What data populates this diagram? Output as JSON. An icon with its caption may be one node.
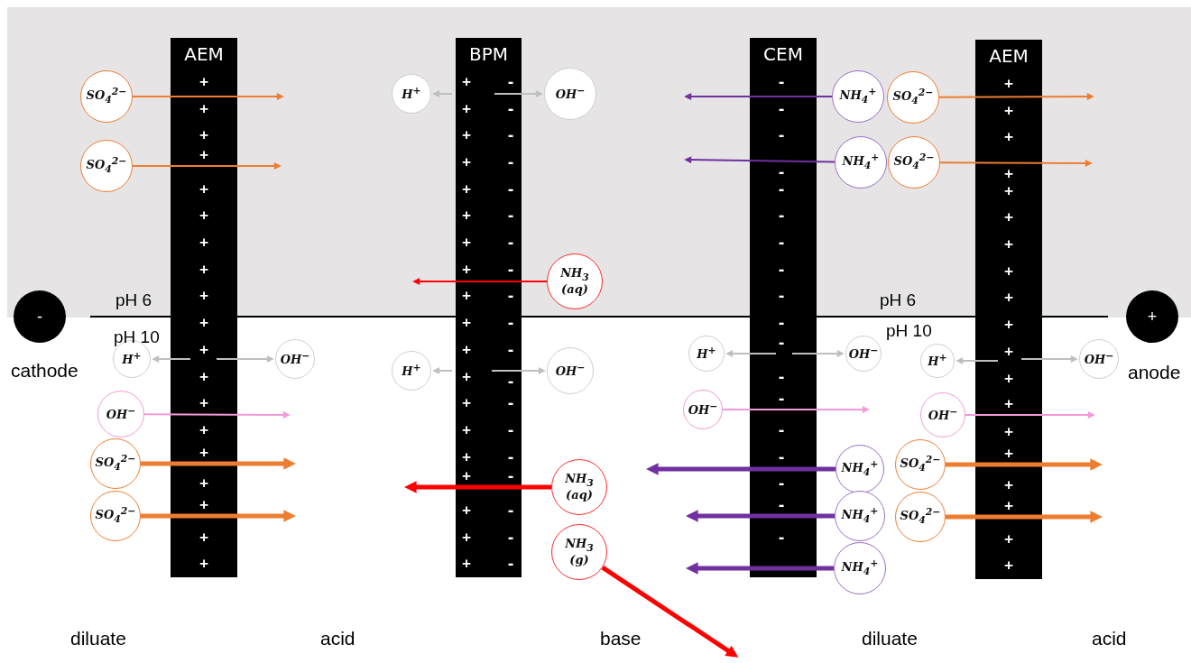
{
  "diagram": {
    "nodes": [
      {
        "text": [
          "AEM",
          "+ + + + + + + + + + + + + + + + + + +"
        ]
      },
      {
        "text": [
          "BPM",
          "+ + + + + + + + + + + + + + + + + + +",
          "- - - - - - - - - - - - - - - - - - -"
        ]
      },
      {
        "text": [
          "CEM",
          "- - - - - - - - - - - - - - - - - -"
        ]
      },
      {
        "text": [
          "AEM",
          "+ + + + + + + + + + + + + + + + + + +"
        ]
      },
      {
        "text": [
          "-"
        ],
        "beside": [
          "cathode"
        ]
      },
      {
        "text": [
          "+"
        ]
      },
      {
        "text": [
          "SO$_{4}$$^{2−}$"
        ]
      },
      {
        "text": [
          "SO$_{4}$$^{2−}$"
        ]
      },
      {
        "text": [
          "H$^{+}$"
        ]
      },
      {
        "text": [
          "OH$^{−}$"
        ]
      },
      {
        "text": [
          "NH$_{4}$$^{+}$"
        ]
      },
      {
        "text": [
          "SO$_{4}$$^{2−}$"
        ]
      },
      {
        "text": [
          "NH$_{4}$$^{+}$"
        ]
      },
      {
        "text": [
          "SO$_{4}$$^{2−}$"
        ]
      },
      {
        "text": [
          "NH$_{3}$ (aq)"
        ]
      },
      {
        "text": [
          "H$^{+}$"
        ]
      },
      {
        "text": [
          "OH$^{−}$"
        ]
      },
      {
        "text": [
          "H$^{+}$"
        ]
      },
      {
        "text": [
          "OH$^{−}$"
        ]
      },
      {
        "text": [
          "H$^{+}$"
        ]
      },
      {
        "text": [
          "OH$^{−}$"
        ]
      },
      {
        "text": [
          "H$^{+}$"
        ]
      },
      {
        "text": [
          "OH$^{−}$"
        ]
      },
      {
        "text": [
          "OH$^{−}$"
        ]
      },
      {
        "text": [
          "OH$^{−}$"
        ]
      },
      {
        "text": [
          "OH$^{−}$"
        ]
      },
      {
        "text": [
          "SO$_{4}$$^{2−}$"
        ]
      },
      {
        "text": [
          "NH$_{4}$$^{+}$"
        ]
      },
      {
        "text": [
          "SO$_{4}$$^{2−}$"
        ]
      },
      {
        "text": [
          "NH$_{3}$ (aq)"
        ]
      },
      {
        "text": [
          "SO$_{4}$$^{2−}$"
        ]
      },
      {
        "text": [
          "NH$_{4}$$^{+}$"
        ]
      },
      {
        "text": [
          "SO$_{4}$$^{2−}$"
        ]
      },
      {
        "text": [
          "NH$_{3}$ (g)"
        ]
      },
      {
        "text": [
          "NH$_{4}$$^{+}$"
        ]
      }
    ],
    "edges": [
      {
        "from": 6,
        "to": null,
        "arrow": "to",
        "color": "#ed7d31"
      },
      {
        "from": 7,
        "to": null,
        "arrow": "to",
        "color": "#ed7d31"
      },
      {
        "from": 1,
        "to": 8,
        "arrow": "to"
      },
      {
        "from": 1,
        "to": 9,
        "arrow": "to"
      },
      {
        "from": 10,
        "to": null,
        "arrow": "to",
        "color": "#7030a0"
      },
      {
        "from": 11,
        "to": null,
        "arrow": "to",
        "color": "#ed7d31"
      },
      {
        "from": 12,
        "to": null,
        "arrow": "to",
        "color": "#7030a0"
      },
      {
        "from": 13,
        "to": null,
        "arrow": "to",
        "color": "#ed7d31"
      },
      {
        "from": 14,
        "to": null,
        "arrow": "to",
        "color": "#ff0000"
      },
      {
        "from": 0,
        "to": 15,
        "arrow": "to"
      },
      {
        "from": 0,
        "to": 16,
        "arrow": "to"
      },
      {
        "from": 1,
        "to": 17,
        "arrow": "to"
      },
      {
        "from": 1,
        "to": 18,
        "arrow": "to"
      },
      {
        "from": 2,
        "to": 19,
        "arrow": "to"
      },
      {
        "from": 2,
        "to": 20,
        "arrow": "to"
      },
      {
        "from": 3,
        "to": 21,
        "arrow": "to"
      },
      {
        "from": 3,
        "to": 22,
        "arrow": "to"
      },
      {
        "from": 23,
        "to": null,
        "arrow": "to",
        "color": "#f39bd9"
      },
      {
        "from": 24,
        "to": null,
        "arrow": "to",
        "color": "#f39bd9"
      },
      {
        "from": 25,
        "to": null,
        "arrow": "to",
        "color": "#f39bd9"
      },
      {
        "from": 26,
        "to": null,
        "arrow": "to",
        "style": "thick",
        "color": "#ed7d31"
      },
      {
        "from": 27,
        "to": null,
        "arrow": "to",
        "style": "thick",
        "color": "#7030a0"
      },
      {
        "from": 28,
        "to": null,
        "arrow": "to",
        "style": "thick",
        "color": "#ed7d31"
      },
      {
        "from": 29,
        "to": null,
        "arrow": "to",
        "style": "thick",
        "color": "#ff0000"
      },
      {
        "from": 30,
        "to": null,
        "arrow": "to",
        "style": "thick",
        "color": "#ed7d31"
      },
      {
        "from": 31,
        "to": null,
        "arrow": "to",
        "style": "thick",
        "color": "#7030a0"
      },
      {
        "from": 32,
        "to": null,
        "arrow": "to",
        "style": "thick",
        "color": "#ed7d31"
      },
      {
        "from": 33,
        "to": null,
        "arrow": "to",
        "style": "thick",
        "color": "#ff0000"
      },
      {
        "from": 34,
        "to": null,
        "arrow": "to",
        "style": "thick",
        "color": "#7030a0"
      }
    ],
    "labels": [
      "pH 6",
      "pH 10",
      "pH 6",
      "pH 10",
      "anode",
      "diluate",
      "acid",
      "base",
      "diluate",
      "acid"
    ]
  }
}
